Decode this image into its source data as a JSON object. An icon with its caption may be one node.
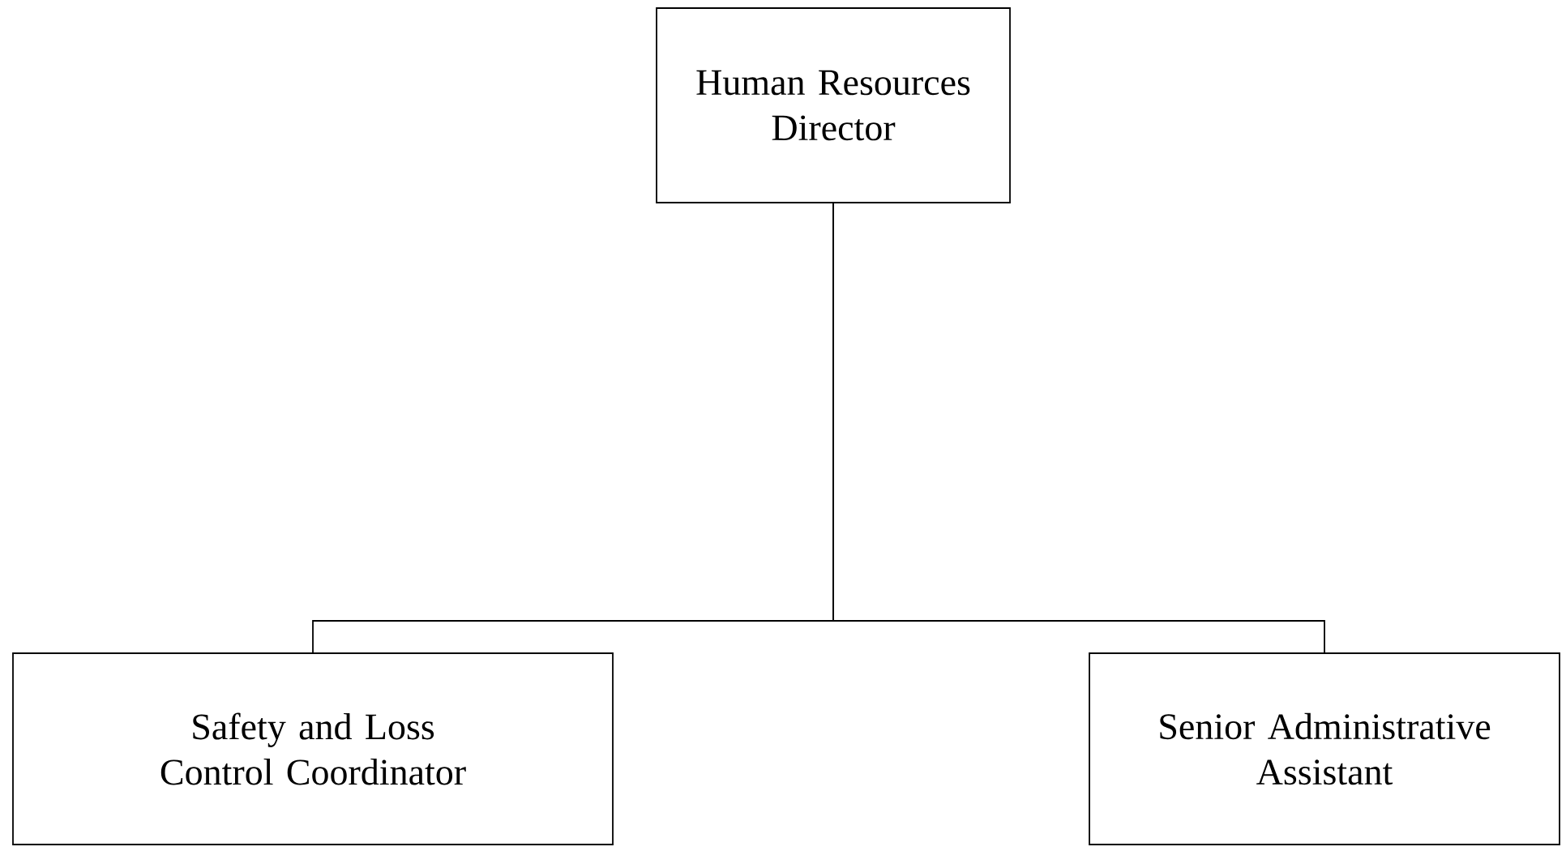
{
  "diagram": {
    "nodes": [
      {
        "text": [
          "Human Resources Director"
        ]
      },
      {
        "text": [
          "Safety and Loss Control Coordinator"
        ]
      },
      {
        "text": [
          "Senior Administrative Assistant"
        ]
      }
    ],
    "edges": [
      {
        "from": 0,
        "to": 1,
        "arrow": "none"
      },
      {
        "from": 0,
        "to": 2,
        "arrow": "none"
      }
    ]
  }
}
